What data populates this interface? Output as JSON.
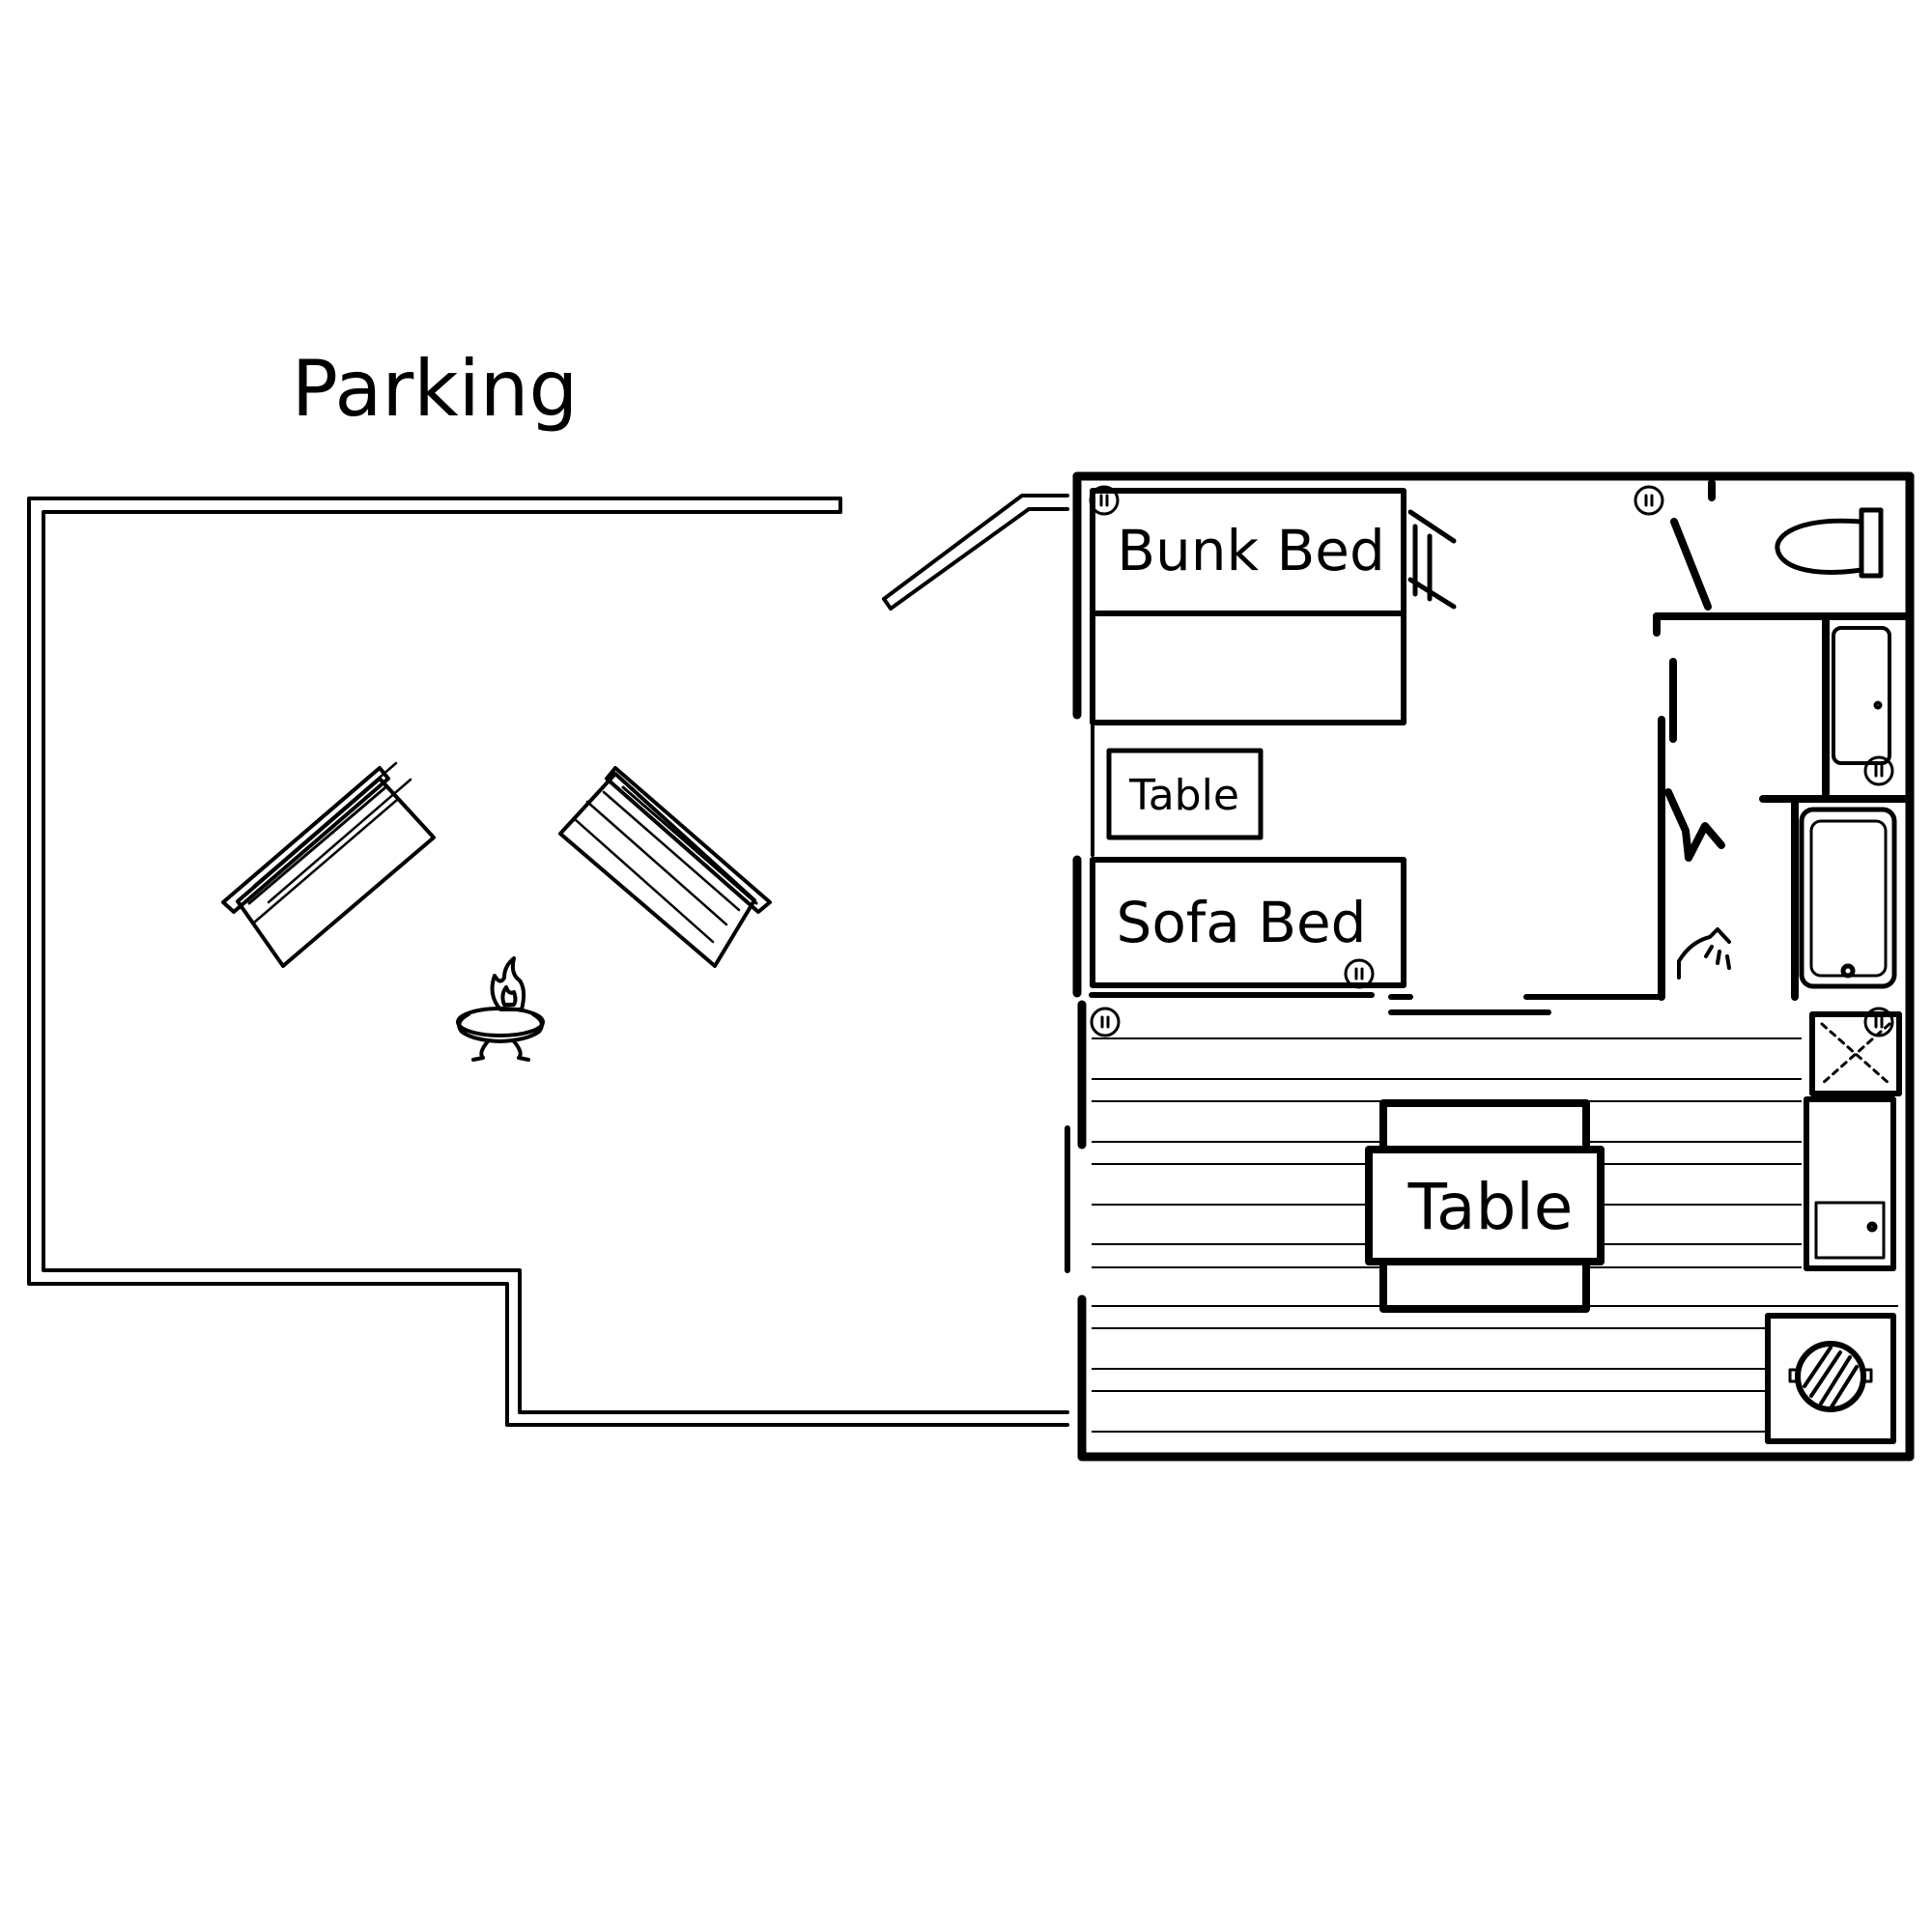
{
  "labels": {
    "parking": "Parking",
    "bunk_bed": "Bunk Bed",
    "small_table": "Table",
    "sofa_bed": "Sofa Bed",
    "dining_table": "Table"
  },
  "icons": [
    "fire-pit-icon",
    "shower-head-icon",
    "outlet-icon",
    "toilet-icon",
    "bathtub-icon",
    "sink-icon",
    "stove-icon",
    "ladder-icon",
    "bench-icon"
  ],
  "colors": {
    "line": "#000000",
    "background": "#ffffff"
  }
}
